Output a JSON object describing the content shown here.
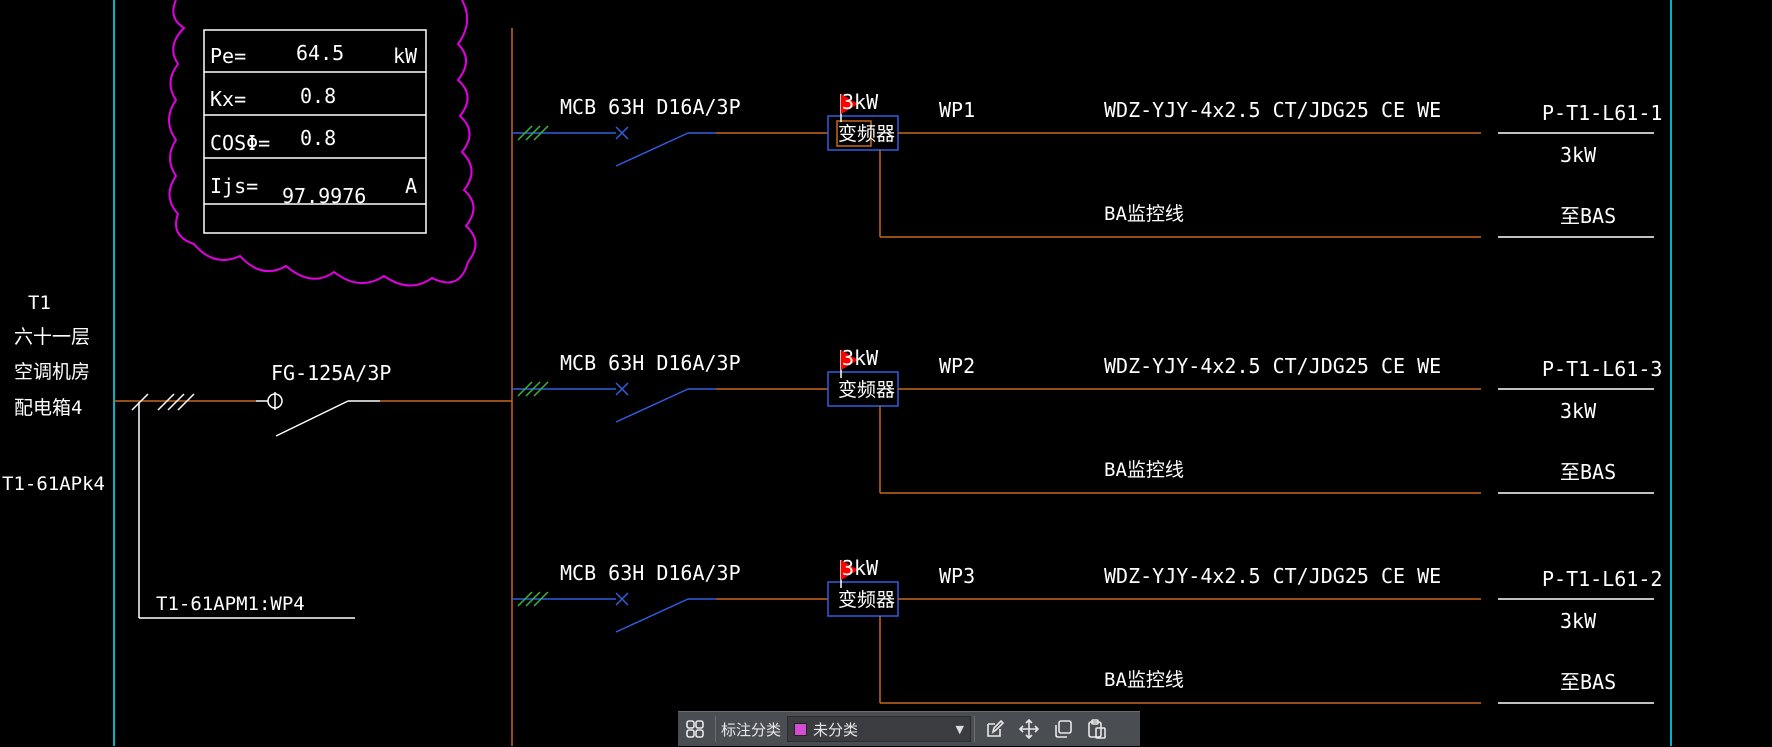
{
  "load_table": {
    "rows": [
      {
        "label": "Pe=",
        "value": "64.5",
        "unit": "kW"
      },
      {
        "label": "Kx=",
        "value": "0.8",
        "unit": ""
      },
      {
        "label": "COSΦ=",
        "value": "0.8",
        "unit": ""
      },
      {
        "label": "Ijs=",
        "value": "97.9976",
        "unit": "A"
      }
    ]
  },
  "panel": {
    "lines": [
      "T1",
      "六十一层",
      "空调机房",
      "配电箱4"
    ],
    "panel_id": "T1-61APk4",
    "incoming_breaker": "FG-125A/3P",
    "feeder_source": "T1-61APM1:WP4"
  },
  "circuits": [
    {
      "breaker": "MCB 63H D16A/3P",
      "device_power": "3kW",
      "device_label": "变频器",
      "circuit_no": "WP1",
      "cable": "WDZ-YJY-4x2.5 CT/JDG25 CE WE",
      "ba_label": "BA监控线",
      "destination": "P-T1-L61-1",
      "power": "3kW",
      "ba_destination": "至BAS"
    },
    {
      "breaker": "MCB 63H D16A/3P",
      "device_power": "3kW",
      "device_label": "变频器",
      "circuit_no": "WP2",
      "cable": "WDZ-YJY-4x2.5 CT/JDG25 CE WE",
      "ba_label": "BA监控线",
      "destination": "P-T1-L61-3",
      "power": "3kW",
      "ba_destination": "至BAS"
    },
    {
      "breaker": "MCB 63H D16A/3P",
      "device_power": "3kW",
      "device_label": "变频器",
      "circuit_no": "WP3",
      "cable": "WDZ-YJY-4x2.5 CT/JDG25 CE WE",
      "ba_label": "BA监控线",
      "destination": "P-T1-L61-2",
      "power": "3kW",
      "ba_destination": "至BAS"
    }
  ],
  "toolbar": {
    "grid_icon": "grid-icon",
    "label": "标注分类",
    "selected_category": "未分类",
    "category_color": "#d24dd2",
    "icons": [
      "edit-icon",
      "move-icon",
      "copy-icon",
      "paste-icon"
    ]
  },
  "colors": {
    "wire": "#c8691e",
    "frame": "#00b4c8",
    "revision_cloud": "#e000e0",
    "device_box": "#2f5fe0",
    "breaker": "#2f5fe0",
    "tick": "#3cb43c",
    "flag": "#ff0000",
    "text": "#ffffff"
  }
}
